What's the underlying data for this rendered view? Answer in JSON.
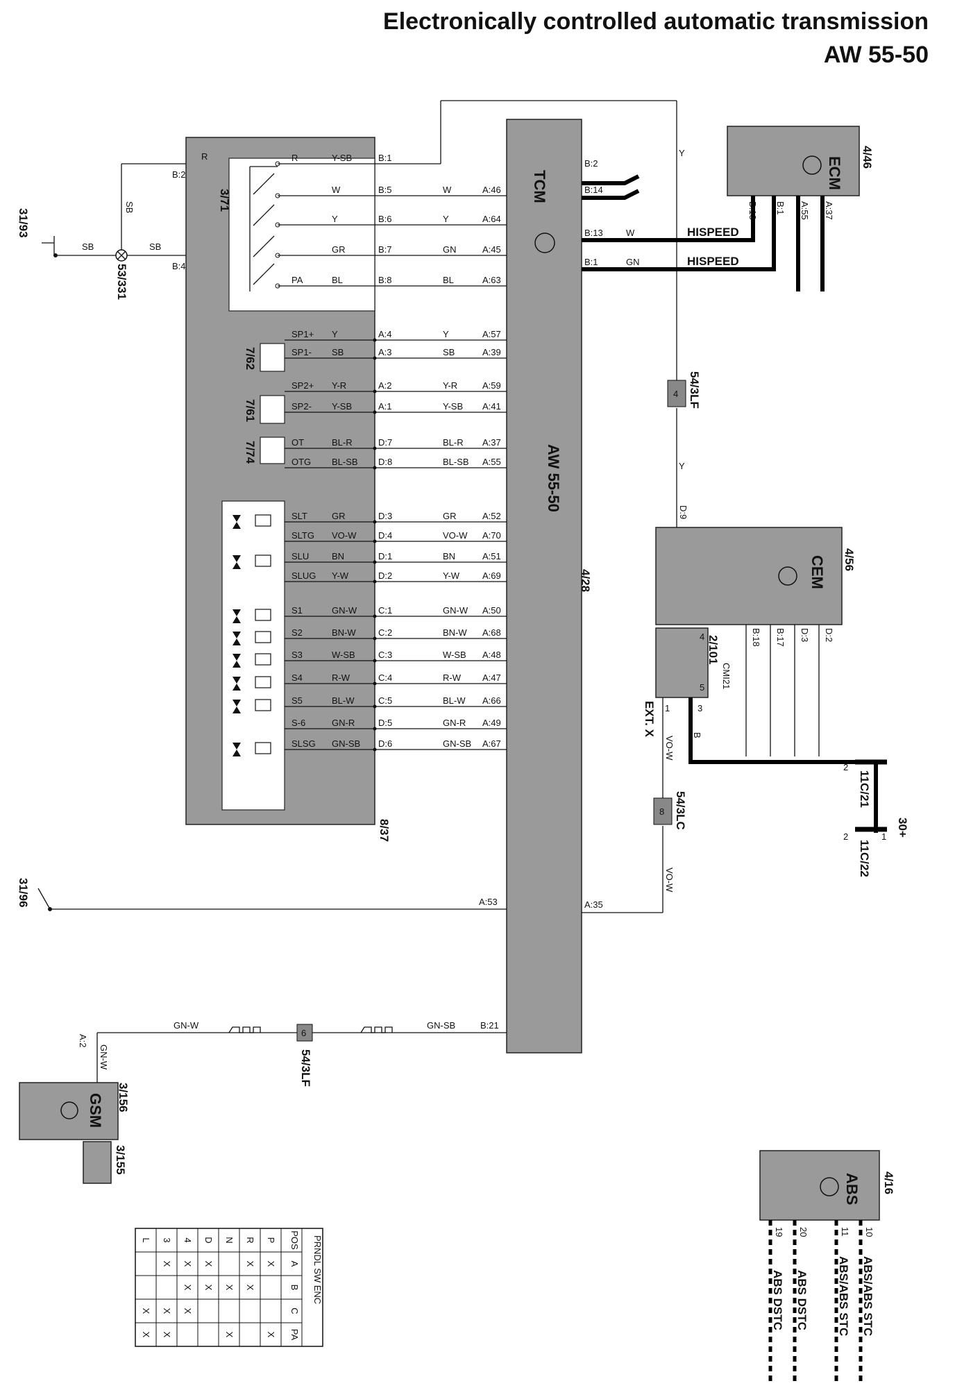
{
  "title": {
    "line1": "Electronically controlled automatic transmission",
    "line2": "AW 55-50"
  },
  "components": {
    "tcm": {
      "abbr": "TCM",
      "id": "4/28",
      "model": "AW 55-50"
    },
    "ecm": {
      "abbr": "ECM",
      "id": "4/46"
    },
    "cem": {
      "abbr": "CEM",
      "id": "4/56"
    },
    "abs": {
      "abbr": "ABS",
      "id": "4/16"
    },
    "gsm": {
      "abbr": "GSM",
      "id": "3/156"
    },
    "gsm_sub": {
      "id": "3/155"
    },
    "transmission": {
      "id": "8/37"
    },
    "range_switch": {
      "id": "3/71"
    },
    "solenoid_7_62": {
      "id": "7/62"
    },
    "solenoid_7_61": {
      "id": "7/61"
    },
    "temp_sensor": {
      "id": "7/74"
    },
    "ground_31_93": {
      "id": "31/93"
    },
    "ground_31_96": {
      "id": "31/96"
    },
    "splice_53_331": {
      "id": "53/331"
    },
    "conn_54_3lf_top": {
      "id": "54/3LF",
      "pin": "4"
    },
    "conn_54_3lc": {
      "id": "54/3LC",
      "pin": "8"
    },
    "conn_54_3lf_bot": {
      "id": "54/3LF",
      "pin": "6"
    },
    "conn_2_101": {
      "id": "2/101",
      "sub": "CMI21"
    },
    "fuse_11c21": {
      "id": "11C/21"
    },
    "fuse_11c22": {
      "id": "11C/22"
    },
    "supply": {
      "label": "30+"
    },
    "ext": {
      "label": "EXT. X"
    }
  },
  "range_switch_wires": [
    {
      "name": "R",
      "color": "Y-SB",
      "pin": "B:1",
      "tcm": ""
    },
    {
      "name": "",
      "color": "W",
      "pin": "B:5",
      "wire": "W",
      "tcm": "A:46"
    },
    {
      "name": "",
      "color": "Y",
      "pin": "B:6",
      "wire": "Y",
      "tcm": "A:64"
    },
    {
      "name": "",
      "color": "GR",
      "pin": "B:7",
      "wire": "GN",
      "tcm": "A:45"
    },
    {
      "name": "PA",
      "color": "BL",
      "pin": "B:8",
      "wire": "BL",
      "tcm": "A:63"
    }
  ],
  "sensor_wires": [
    {
      "name": "SP1+",
      "color": "Y",
      "pin": "A:4",
      "wire": "Y",
      "tcm": "A:57"
    },
    {
      "name": "SP1-",
      "color": "SB",
      "pin": "A:3",
      "wire": "SB",
      "tcm": "A:39"
    },
    {
      "name": "SP2+",
      "color": "Y-R",
      "pin": "A:2",
      "wire": "Y-R",
      "tcm": "A:59"
    },
    {
      "name": "SP2-",
      "color": "Y-SB",
      "pin": "A:1",
      "wire": "Y-SB",
      "tcm": "A:41"
    },
    {
      "name": "OT",
      "color": "BL-R",
      "pin": "D:7",
      "wire": "BL-R",
      "tcm": "A:37"
    },
    {
      "name": "OTG",
      "color": "BL-SB",
      "pin": "D:8",
      "wire": "BL-SB",
      "tcm": "A:55"
    }
  ],
  "solenoid_wires": [
    {
      "name": "SLT",
      "color": "GR",
      "pin": "D:3",
      "wire": "GR",
      "tcm": "A:52"
    },
    {
      "name": "SLTG",
      "color": "VO-W",
      "pin": "D:4",
      "wire": "VO-W",
      "tcm": "A:70"
    },
    {
      "name": "SLU",
      "color": "BN",
      "pin": "D:1",
      "wire": "BN",
      "tcm": "A:51"
    },
    {
      "name": "SLUG",
      "color": "Y-W",
      "pin": "D:2",
      "wire": "Y-W",
      "tcm": "A:69"
    },
    {
      "name": "S1",
      "color": "GN-W",
      "pin": "C:1",
      "wire": "GN-W",
      "tcm": "A:50"
    },
    {
      "name": "S2",
      "color": "BN-W",
      "pin": "C:2",
      "wire": "BN-W",
      "tcm": "A:68"
    },
    {
      "name": "S3",
      "color": "W-SB",
      "pin": "C:3",
      "wire": "W-SB",
      "tcm": "A:48"
    },
    {
      "name": "S4",
      "color": "R-W",
      "pin": "C:4",
      "wire": "R-W",
      "tcm": "A:47"
    },
    {
      "name": "S5",
      "color": "BL-W",
      "pin": "C:5",
      "wire": "BL-W",
      "tcm": "A:66"
    },
    {
      "name": "S-6",
      "color": "GN-R",
      "pin": "D:5",
      "wire": "GN-R",
      "tcm": "A:49"
    },
    {
      "name": "SLSG",
      "color": "GN-SB",
      "pin": "D:6",
      "wire": "GN-SB",
      "tcm": "A:67"
    }
  ],
  "labels": {
    "r": "R",
    "b2": "B:2",
    "b4": "B:4",
    "sb": "SB",
    "y": "Y",
    "tcm_b2": "B:2",
    "tcm_b14": "B:14",
    "tcm_b13": "B:13",
    "tcm_b1": "B:1",
    "hispeed": "HISPEED",
    "w": "W",
    "gn": "GN",
    "ecm_b13": "B:13",
    "ecm_b1": "B:1",
    "ecm_a55": "A:55",
    "ecm_a37": "A:37",
    "d9": "D:9",
    "cem_b18": "B:18",
    "cem_b17": "B:17",
    "cem_d3": "D:3",
    "cem_d2": "D:2",
    "a53": "A:53",
    "a35": "A:35",
    "vo_w": "VO-W",
    "b": "B",
    "a2": "A:2",
    "gn_w": "GN-W",
    "gn_sb": "GN-SB",
    "b21": "B:21",
    "pin1": "1",
    "pin2": "2",
    "pin3": "3",
    "pin4": "4",
    "pin5": "5",
    "abs_19": "19",
    "abs_20": "20",
    "abs_11": "11",
    "abs_10": "10",
    "abs_dstc_1": "ABS DSTC",
    "abs_dstc_2": "ABS DSTC",
    "abs_stc_1": "ABS/ABS STC",
    "abs_stc_2": "ABS/ABS STC"
  },
  "prndl_table": {
    "title": "PRNDL SW ENC",
    "header": [
      "POS",
      "A",
      "B",
      "C",
      "PA"
    ],
    "rows": [
      [
        "P",
        "X",
        "",
        "",
        "X"
      ],
      [
        "R",
        "X",
        "X",
        "",
        ""
      ],
      [
        "N",
        "",
        "X",
        "",
        "X"
      ],
      [
        "D",
        "X",
        "X",
        "",
        ""
      ],
      [
        "4",
        "X",
        "X",
        "X",
        ""
      ],
      [
        "3",
        "X",
        "",
        "X",
        "X"
      ],
      [
        "L",
        "",
        "",
        "X",
        "X"
      ]
    ]
  }
}
